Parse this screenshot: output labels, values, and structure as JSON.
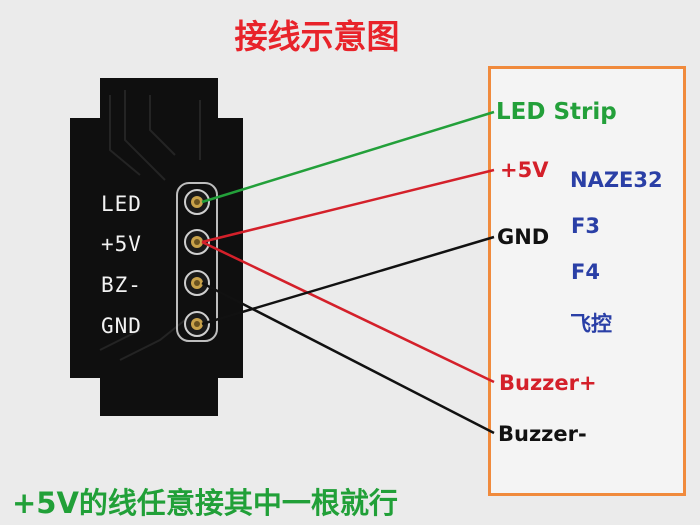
{
  "title": "接线示意图",
  "board": {
    "pin_labels": [
      "LED",
      "+5V",
      "BZ-",
      "GND"
    ]
  },
  "connections": {
    "led_strip": "LED Strip",
    "plus_5v": "+5V",
    "gnd": "GND",
    "buzzer_plus": "Buzzer+",
    "buzzer_minus": "Buzzer-"
  },
  "controllers": [
    "NAZE32",
    "F3",
    "F4",
    "飞控"
  ],
  "note": "+5V的线任意接其中一根就行",
  "colors": {
    "title": "#e8232a",
    "green_wire": "#23a03a",
    "red_wire": "#d4202a",
    "black_wire": "#111111",
    "controller_text": "#2a3fa6",
    "box_border": "#f08a3c"
  }
}
